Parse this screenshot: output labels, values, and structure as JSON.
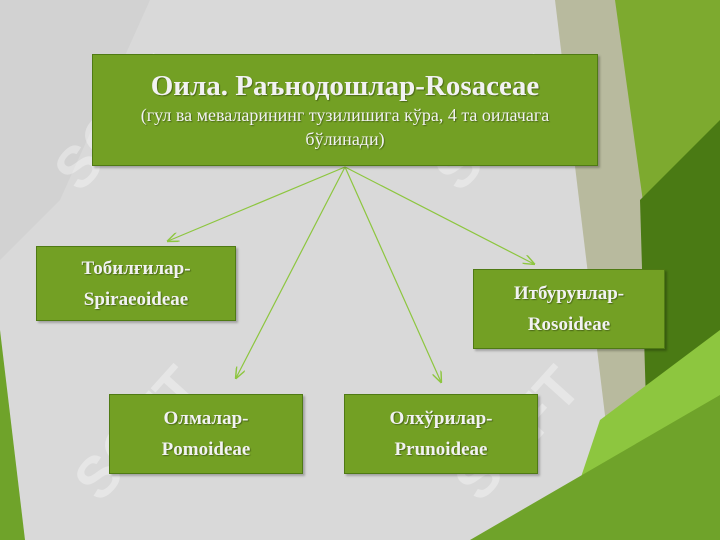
{
  "root": {
    "title": "Оила. Раънодошлар-Rosaceae",
    "subtitle": "(гул ва меваларининг тузилишига кўра, 4 та оилачага бўлинади)"
  },
  "subfamilies": {
    "spiraeoideae": {
      "line1": "Тобилғилар-",
      "line2": "Spiraeoideae"
    },
    "rosoideae": {
      "line1": "Итбурунлар-",
      "line2": "Rosoideae"
    },
    "pomoideae": {
      "line1": "Олмалар-",
      "line2": "Pomoideae"
    },
    "prunoideae": {
      "line1": "Олхўрилар-",
      "line2": "Prunoideae"
    }
  },
  "watermark": "SOFT",
  "colors": {
    "box_fill": "#73a024",
    "background": "#d9d9d9",
    "accent_dark": "#3f6a12",
    "accent_light": "#8dc63f"
  }
}
